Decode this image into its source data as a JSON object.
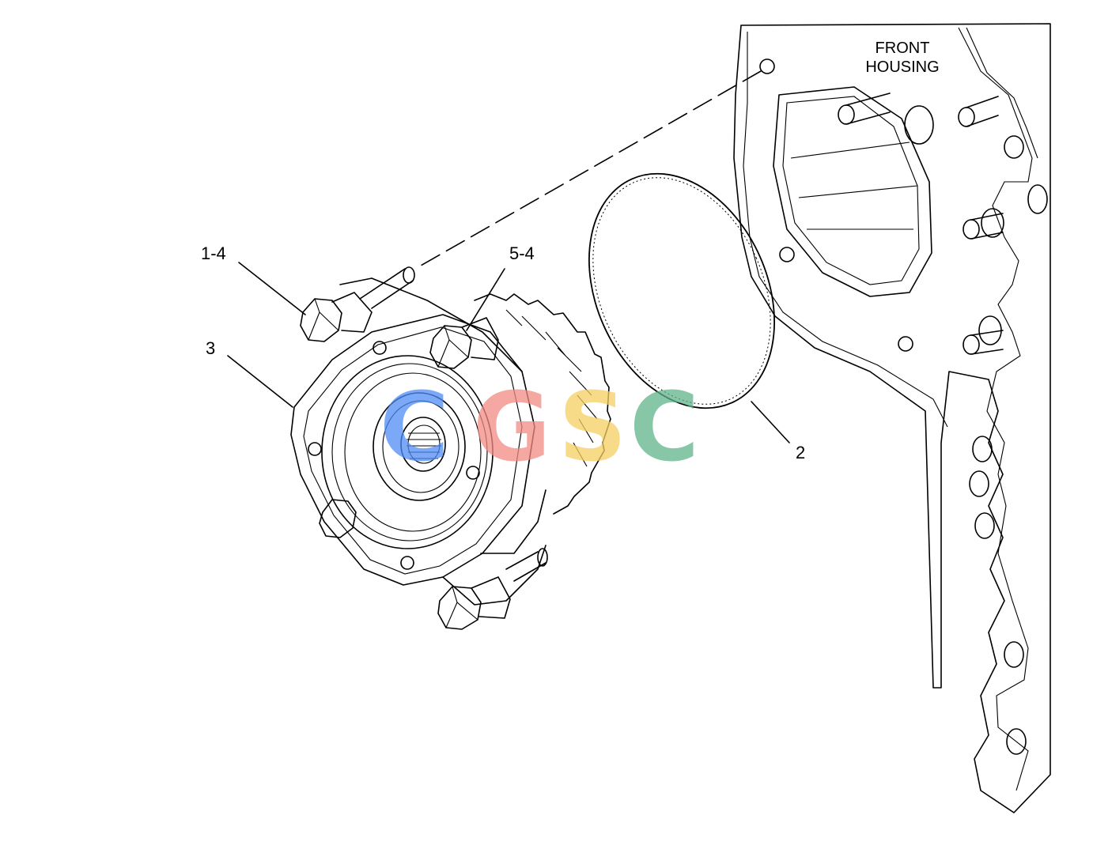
{
  "callouts": {
    "c1": "1-4",
    "c2": "2",
    "c3": "3",
    "c5": "5-4"
  },
  "housing_label": {
    "line1": "FRONT",
    "line2": "HOUSING"
  },
  "watermark": {
    "letters": [
      "C",
      "G",
      "S",
      "C"
    ],
    "colors": [
      "#4f8df5",
      "#f28b82",
      "#f5d061",
      "#5fb58a"
    ]
  }
}
